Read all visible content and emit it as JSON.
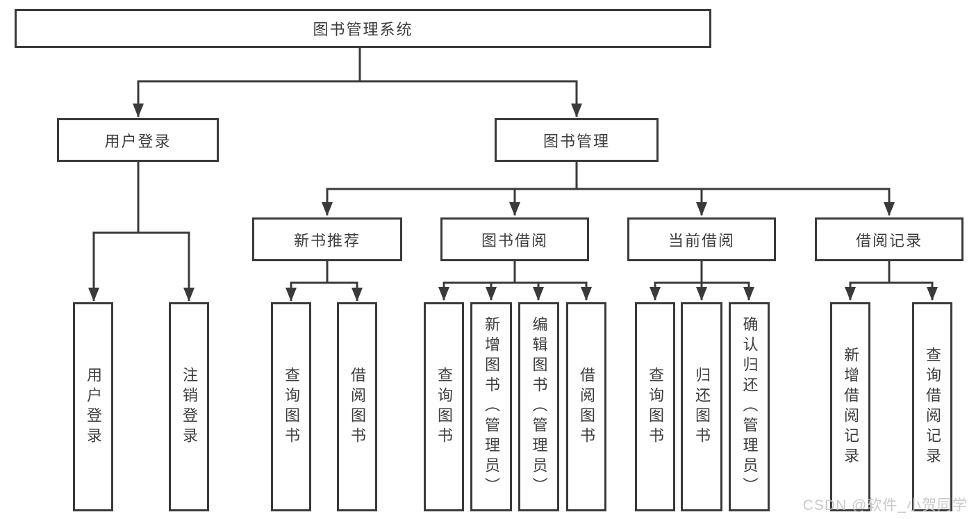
{
  "tree": {
    "root": {
      "label": "图书管理系统",
      "children": [
        {
          "label": "用户登录",
          "children": [
            {
              "label": "用户登录"
            },
            {
              "label": "注销登录"
            }
          ]
        },
        {
          "label": "图书管理",
          "children": [
            {
              "label": "新书推荐",
              "children": [
                {
                  "label": "查询图书"
                },
                {
                  "label": "借阅图书"
                }
              ]
            },
            {
              "label": "图书借阅",
              "children": [
                {
                  "label": "查询图书"
                },
                {
                  "label": "新增图书（管理员）"
                },
                {
                  "label": "编辑图书（管理员）"
                },
                {
                  "label": "借阅图书"
                }
              ]
            },
            {
              "label": "当前借阅",
              "children": [
                {
                  "label": "查询图书"
                },
                {
                  "label": "归还图书"
                },
                {
                  "label": "确认归还（管理员）"
                }
              ]
            },
            {
              "label": "借阅记录",
              "children": [
                {
                  "label": "新增借阅记录"
                },
                {
                  "label": "查询借阅记录"
                }
              ]
            }
          ]
        }
      ]
    }
  },
  "watermark": "CSDN @软件_小贺同学",
  "colors": {
    "line": "#3a3a3a",
    "text": "#3d3d3d",
    "watermark": "#c5c5c5",
    "background": "#ffffff"
  }
}
